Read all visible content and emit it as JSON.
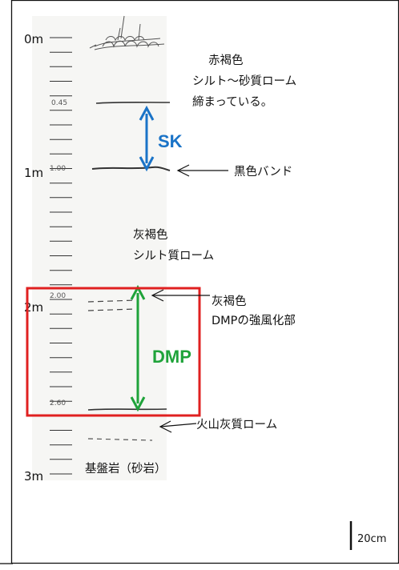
{
  "depth_labels": [
    "0m",
    "1m",
    "2m",
    "3m"
  ],
  "depth_marks": [
    "0.45",
    "1.00",
    "2.00",
    "2.60"
  ],
  "layers": {
    "layer1": [
      "赤褐色",
      "シルト～砂質ローム",
      "締まっている。"
    ],
    "layer2": [
      "灰褐色",
      "シルト質ローム"
    ],
    "layer3": [
      "灰褐色",
      "DMPの強風化部"
    ],
    "layer4": "火山灰質ローム",
    "bedrock": "基盤岩（砂岩）"
  },
  "band_label": "黒色バンド",
  "sk_label": "SK",
  "dmp_label": "DMP",
  "scale_label": "20cm",
  "colors": {
    "sk": "#1a73c7",
    "dmp": "#1fa33a",
    "highlight": "#e02020",
    "ink": "#111111"
  }
}
